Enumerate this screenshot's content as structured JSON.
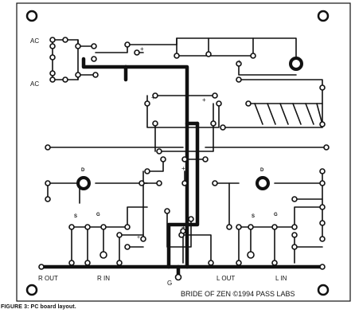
{
  "labels": {
    "ac_top": "AC",
    "ac_bottom": "AC",
    "r_out": "R OUT",
    "r_in": "R IN",
    "ground": "G",
    "l_out": "L OUT",
    "l_in": "L IN",
    "credit": "BRIDE OF ZEN ©1994 PASS LABS",
    "plus": "+",
    "d": "D",
    "s": "S",
    "g": "G"
  },
  "caption": "FIGURE 3: PC board layout."
}
